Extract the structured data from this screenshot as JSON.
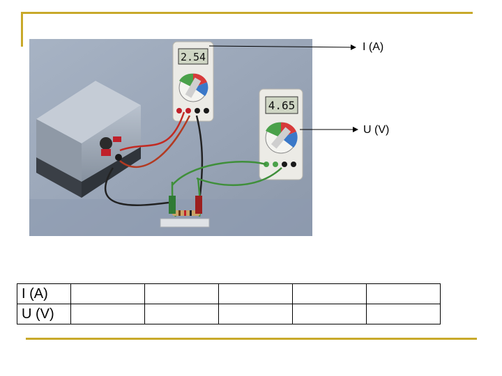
{
  "slide": {
    "accent_color": "#c8a92a",
    "callouts": [
      {
        "label": "I (A)"
      },
      {
        "label": "U (V)"
      }
    ],
    "meters": {
      "ammeter_reading": "2.54",
      "voltmeter_reading": "4.65"
    },
    "table": {
      "rows": [
        {
          "label": "I (A)",
          "values": [
            "",
            "",
            "",
            "",
            ""
          ]
        },
        {
          "label": "U (V)",
          "values": [
            "",
            "",
            "",
            "",
            ""
          ]
        }
      ]
    }
  }
}
